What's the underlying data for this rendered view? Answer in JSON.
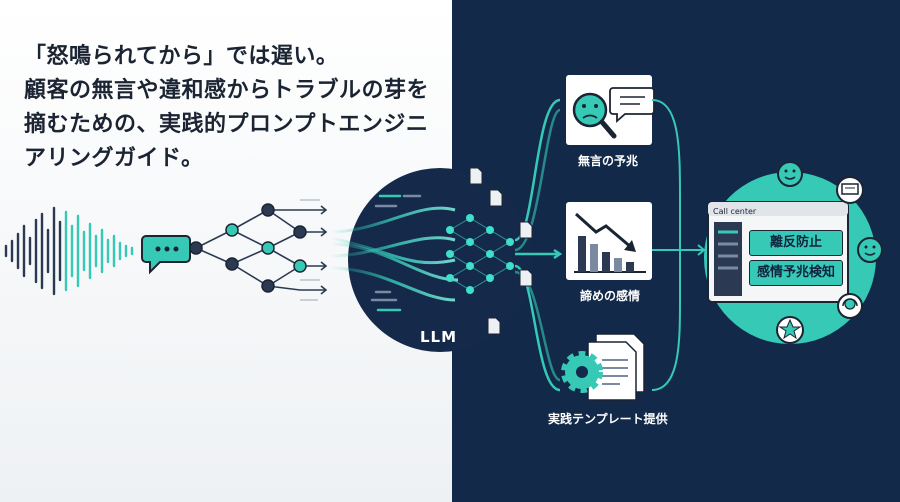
{
  "headline": {
    "lines": [
      "「怒鳴られてから」では遅い。",
      "顧客の無言や違和感からトラブルの芽を",
      "摘むための、実践的プロンプトエンジニ",
      "アリングガイド。"
    ]
  },
  "llm_label": "LLM",
  "steps": [
    {
      "label": "無言の予兆",
      "icon": "worried-face-magnifier-icon"
    },
    {
      "label": "諦めの感情",
      "icon": "declining-chart-icon"
    },
    {
      "label": "実践テンプレート提供",
      "icon": "gear-document-icon"
    }
  ],
  "call_center": {
    "title": "Call center",
    "buttons": [
      "離反防止",
      "感情予兆検知"
    ]
  },
  "colors": {
    "accent": "#35c9b6",
    "dark_navy": "#13294a",
    "node_dark": "#2b3a52"
  }
}
